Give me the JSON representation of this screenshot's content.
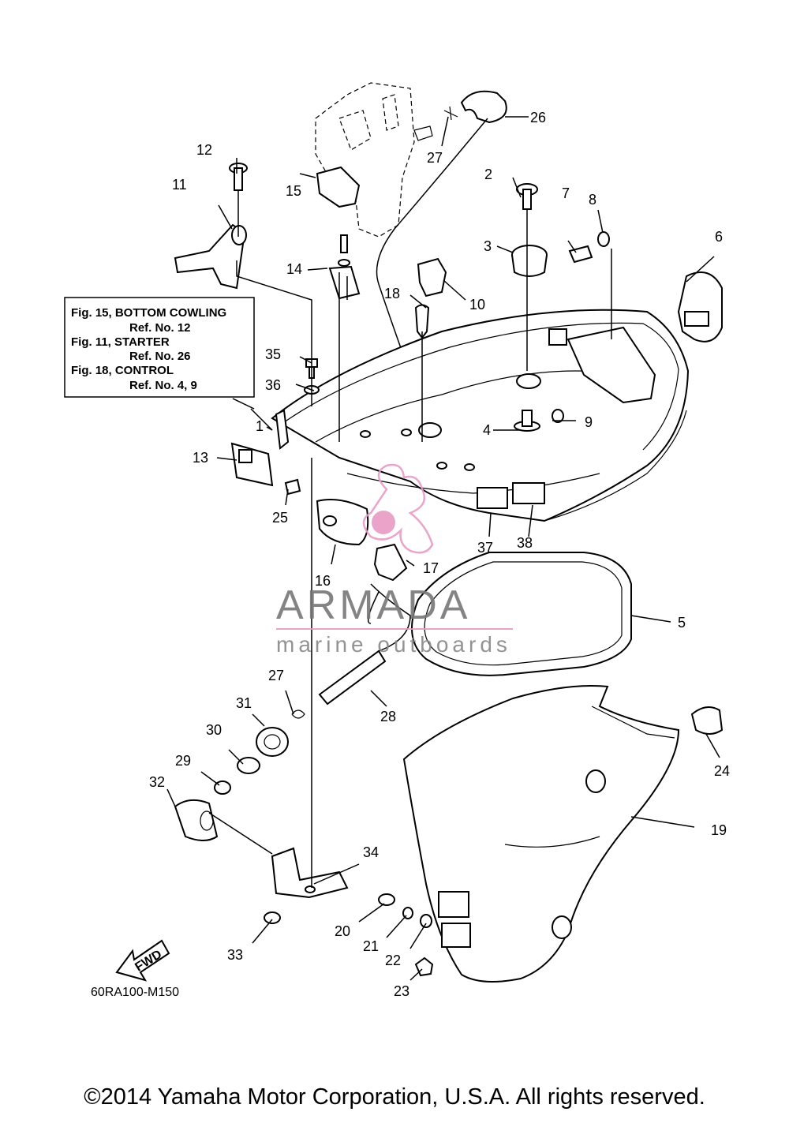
{
  "diagram": {
    "ref_box": [
      "Fig. 15, BOTTOM COWLING",
      "Ref. No. 12",
      "Fig. 11, STARTER",
      "Ref. No. 26",
      "Fig. 18, CONTROL",
      "Ref. No. 4, 9"
    ],
    "part_labels": [
      "1",
      "2",
      "3",
      "4",
      "5",
      "6",
      "7",
      "8",
      "9",
      "10",
      "11",
      "12",
      "13",
      "14",
      "15",
      "16",
      "17",
      "18",
      "19",
      "20",
      "21",
      "22",
      "23",
      "24",
      "25",
      "26",
      "27",
      "27",
      "28",
      "29",
      "30",
      "31",
      "32",
      "33",
      "34",
      "35",
      "36",
      "37",
      "38"
    ],
    "drawing_code": "60RA100-M150",
    "fwd_label": "FWD"
  },
  "watermark": {
    "brand": "ARMADA",
    "tagline": "marine outboards",
    "logo_color": "#e89bc4"
  },
  "copyright": "©2014 Yamaha Motor Corporation, U.S.A. All rights reserved."
}
